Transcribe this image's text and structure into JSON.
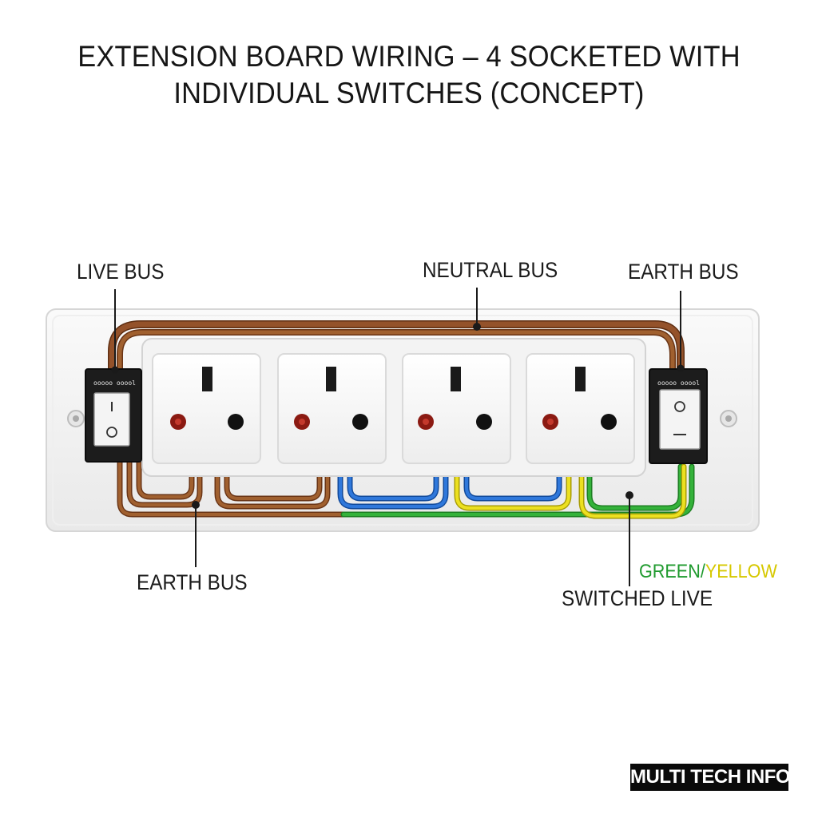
{
  "title": {
    "line1": "EXTENSION BOARD WIRING – 4 SOCKETED WITH",
    "line2": "INDIVIDUAL SWITCHES (CONCEPT)"
  },
  "labels": {
    "live_bus": "LIVE BUS",
    "neutral_bus": "NEUTRAL BUS",
    "earth_bus_top": "EARTH BUS",
    "earth_bus_bottom": "EARTH BUS",
    "green_yellow_green": "GREEN/",
    "green_yellow_yellow": "YELLOW",
    "switched_live": "SWITCHED LIVE"
  },
  "switches": {
    "left_caption": "ooooo ooool",
    "right_caption": "ooooo ooool"
  },
  "sockets": {
    "count": 4
  },
  "brand": "MULTI TECH INFO",
  "colors": {
    "live_brown": "#8a4a22",
    "neutral_blue": "#1e63c8",
    "earth_green": "#2aa52e",
    "earth_yellow": "#e3d410",
    "pin_red": "#8b1a12",
    "pin_black": "#111111",
    "switch_body": "#1c1c1c"
  }
}
